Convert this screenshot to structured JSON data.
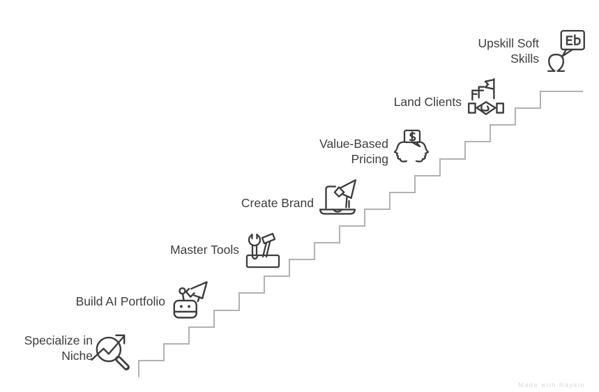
{
  "diagram": {
    "type": "staircase-steps",
    "steps": [
      {
        "label": "Specialize in Niche",
        "icon": "magnifier-trend-icon"
      },
      {
        "label": "Build AI Portfolio",
        "icon": "robot-megaphone-icon"
      },
      {
        "label": "Master Tools",
        "icon": "toolbox-icon"
      },
      {
        "label": "Create Brand",
        "icon": "laptop-megaphone-icon"
      },
      {
        "label": "Value-Based Pricing",
        "icon": "faces-dollar-chat-icon"
      },
      {
        "label": "Land Clients",
        "icon": "handshake-flag-icon"
      },
      {
        "label": "Upskill Soft Skills",
        "icon": "person-speech-document-icon"
      }
    ],
    "watermark": "Made with Napkin",
    "colors": {
      "ink": "#3d3d3d",
      "staircase": "#b1b1b1",
      "watermark": "#d9d9d9",
      "background": "#ffffff"
    }
  }
}
